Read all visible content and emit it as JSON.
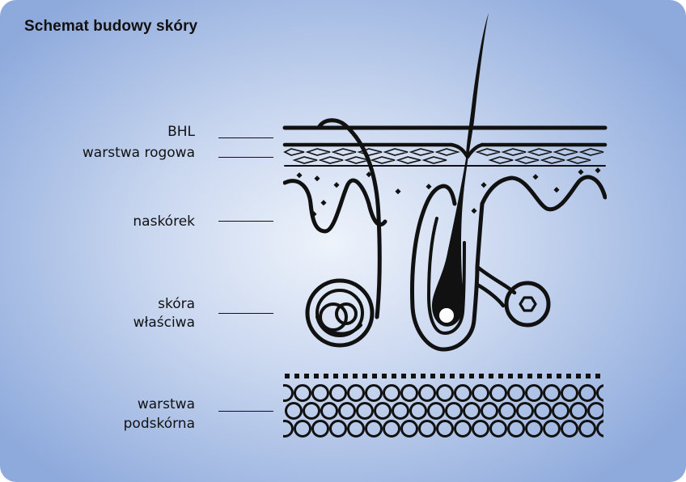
{
  "title": "Schemat budowy skóry",
  "labels": {
    "bhl": "BHL",
    "warstwa_rogowa": "warstwa rogowa",
    "naskorek": "naskórek",
    "skora_wlasciwa_1": "skóra",
    "skora_wlasciwa_2": "właściwa",
    "podskorna_1": "warstwa",
    "podskorna_2": "podskórna"
  },
  "colors": {
    "ink": "#111111",
    "background_edge": "#8eaadc",
    "background_center": "#eef3fb"
  }
}
